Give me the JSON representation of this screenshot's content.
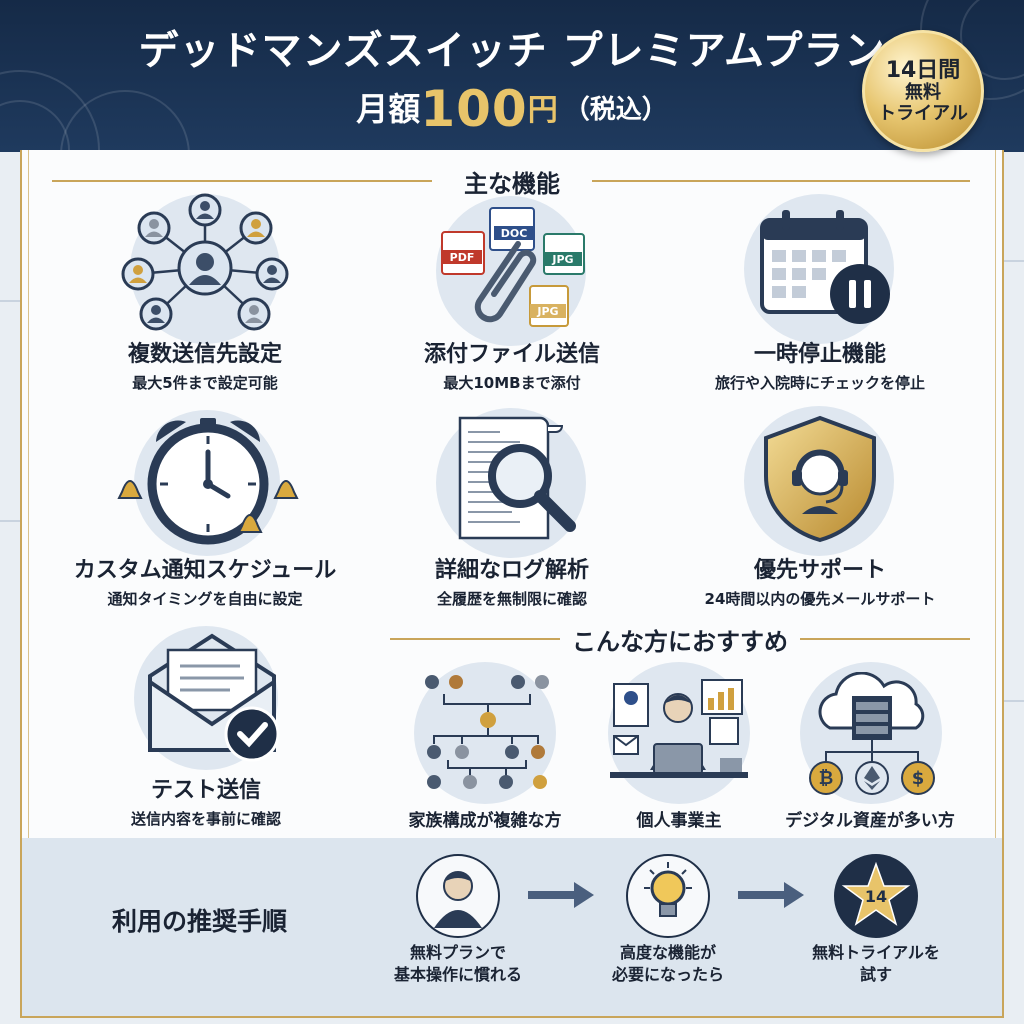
{
  "header": {
    "title": "デッドマンズスイッチ プレミアムプラン",
    "price_prefix": "月額",
    "price_number": "100",
    "price_unit": "円",
    "price_tax": "（税込）"
  },
  "badge": {
    "line1": "14日間",
    "line2": "無料",
    "line3": "トライアル"
  },
  "features_section": {
    "title": "主な機能"
  },
  "features": [
    {
      "name": "複数送信先設定",
      "desc": "最大5件まで設定可能",
      "icon": "network-people-icon"
    },
    {
      "name": "添付ファイル送信",
      "desc": "最大10MBまで添付",
      "icon": "paperclip-files-icon"
    },
    {
      "name": "一時停止機能",
      "desc": "旅行や入院時にチェックを停止",
      "icon": "calendar-pause-icon"
    },
    {
      "name": "カスタム通知スケジュール",
      "desc": "通知タイミングを自由に設定",
      "icon": "alarm-clock-icon"
    },
    {
      "name": "詳細なログ解析",
      "desc": "全履歴を無制限に確認",
      "icon": "log-magnifier-icon"
    },
    {
      "name": "優先サポート",
      "desc": "24時間以内の優先メールサポート",
      "icon": "shield-support-icon"
    },
    {
      "name": "テスト送信",
      "desc": "送信内容を事前に確認",
      "icon": "envelope-check-icon"
    }
  ],
  "recommend_section": {
    "title": "こんな方におすすめ"
  },
  "recommend": [
    {
      "label": "家族構成が複雑な方",
      "icon": "family-tree-icon"
    },
    {
      "label": "個人事業主",
      "icon": "business-person-icon"
    },
    {
      "label": "デジタル資産が多い方",
      "icon": "cloud-assets-icon"
    }
  ],
  "file_tags": {
    "pdf": "PDF",
    "doc": "DOC",
    "jpg1": "JPG",
    "jpg2": "JPG"
  },
  "steps": {
    "title": "利用の推奨手順",
    "items": [
      {
        "line1": "無料プランで",
        "line2": "基本操作に慣れる",
        "icon": "person-icon"
      },
      {
        "line1": "高度な機能が",
        "line2": "必要になったら",
        "icon": "lightbulb-icon"
      },
      {
        "line1": "無料トライアルを",
        "line2": "試す",
        "icon": "star-14-icon",
        "star_text": "14"
      }
    ]
  },
  "colors": {
    "navy": "#1f3a5e",
    "gold": "#c9a55a",
    "panel": "#fbfcfd"
  }
}
